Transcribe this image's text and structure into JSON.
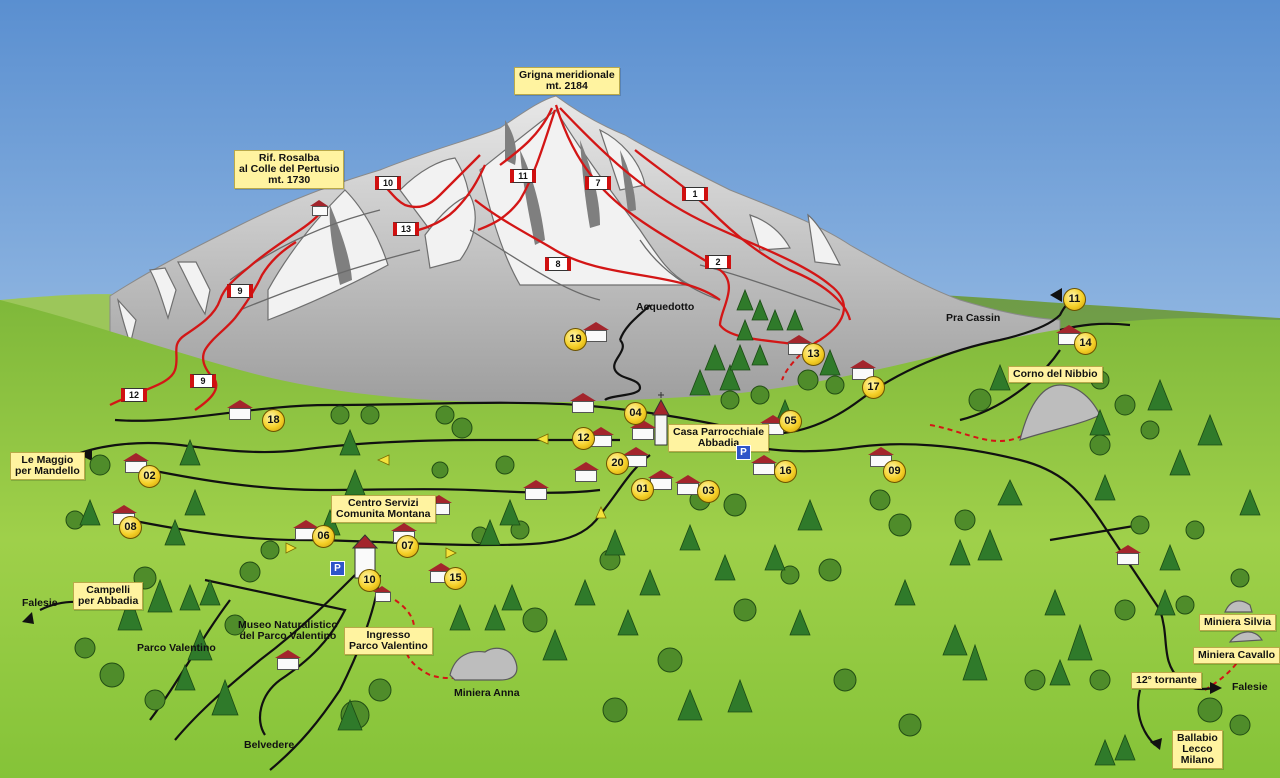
{
  "map": {
    "title": "Grigna meridionale",
    "summit": {
      "name": "Grigna meridionale",
      "altitude": "mt. 2184"
    },
    "refuge": {
      "name_line1": "Rif. Rosalba",
      "name_line2": "al Colle del Pertusio",
      "altitude": "mt. 1730"
    },
    "places": {
      "acquedotto": "Acquedotto",
      "pra_cassin": "Pra Cassin",
      "corno_del_nibbio": "Corno del Nibbio",
      "casa_parrocchiale_1": "Casa Parrocchiale",
      "casa_parrocchiale_2": "Abbadia",
      "centro_servizi_1": "Centro Servizi",
      "centro_servizi_2": "Comunita Montana",
      "le_maggio_1": "Le Maggio",
      "le_maggio_2": "per Mandello",
      "campelli_1": "Campelli",
      "campelli_2": "per Abbadia",
      "falesie": "Falesie",
      "parco_valentino": "Parco Valentino",
      "museo_1": "Museo Naturalistico",
      "museo_2": "del Parco Valentino",
      "ingresso_1": "Ingresso",
      "ingresso_2": "Parco Valentino",
      "miniera_anna": "Miniera Anna",
      "belvedere": "Belvedere",
      "miniera_silvia": "Miniera Silvia",
      "miniera_cavallo": "Miniera Cavallo",
      "tornante": "12° tornante",
      "falesie_right": "Falesie",
      "ballabio_1": "Ballabio",
      "ballabio_2": "Lecco",
      "ballabio_3": "Milano"
    },
    "route_tags": {
      "r1": "1",
      "r2": "2",
      "r7": "7",
      "r8": "8",
      "r9a": "9",
      "r9b": "9",
      "r10": "10",
      "r11": "11",
      "r12": "12",
      "r13": "13"
    },
    "markers": {
      "m01": "01",
      "m02": "02",
      "m03": "03",
      "m04": "04",
      "m05": "05",
      "m06": "06",
      "m07": "07",
      "m08": "08",
      "m09": "09",
      "m10": "10",
      "m11": "11",
      "m12": "12",
      "m13": "13",
      "m14": "14",
      "m15": "15",
      "m16": "16",
      "m17": "17",
      "m18": "18",
      "m19": "19",
      "m20": "20"
    },
    "parking": {
      "p1": "P",
      "p2": "P"
    },
    "colors": {
      "sky_top": "#5a8fd0",
      "sky_bottom": "#cfe4f6",
      "mountain": "#b9b9b9",
      "meadow": "#8fcc3a",
      "trail": "#d31616",
      "road": "#111111",
      "marker": "#f5d027",
      "label_box": "#fff3a0",
      "parking": "#2f55c9",
      "roof": "#a3252c"
    }
  }
}
